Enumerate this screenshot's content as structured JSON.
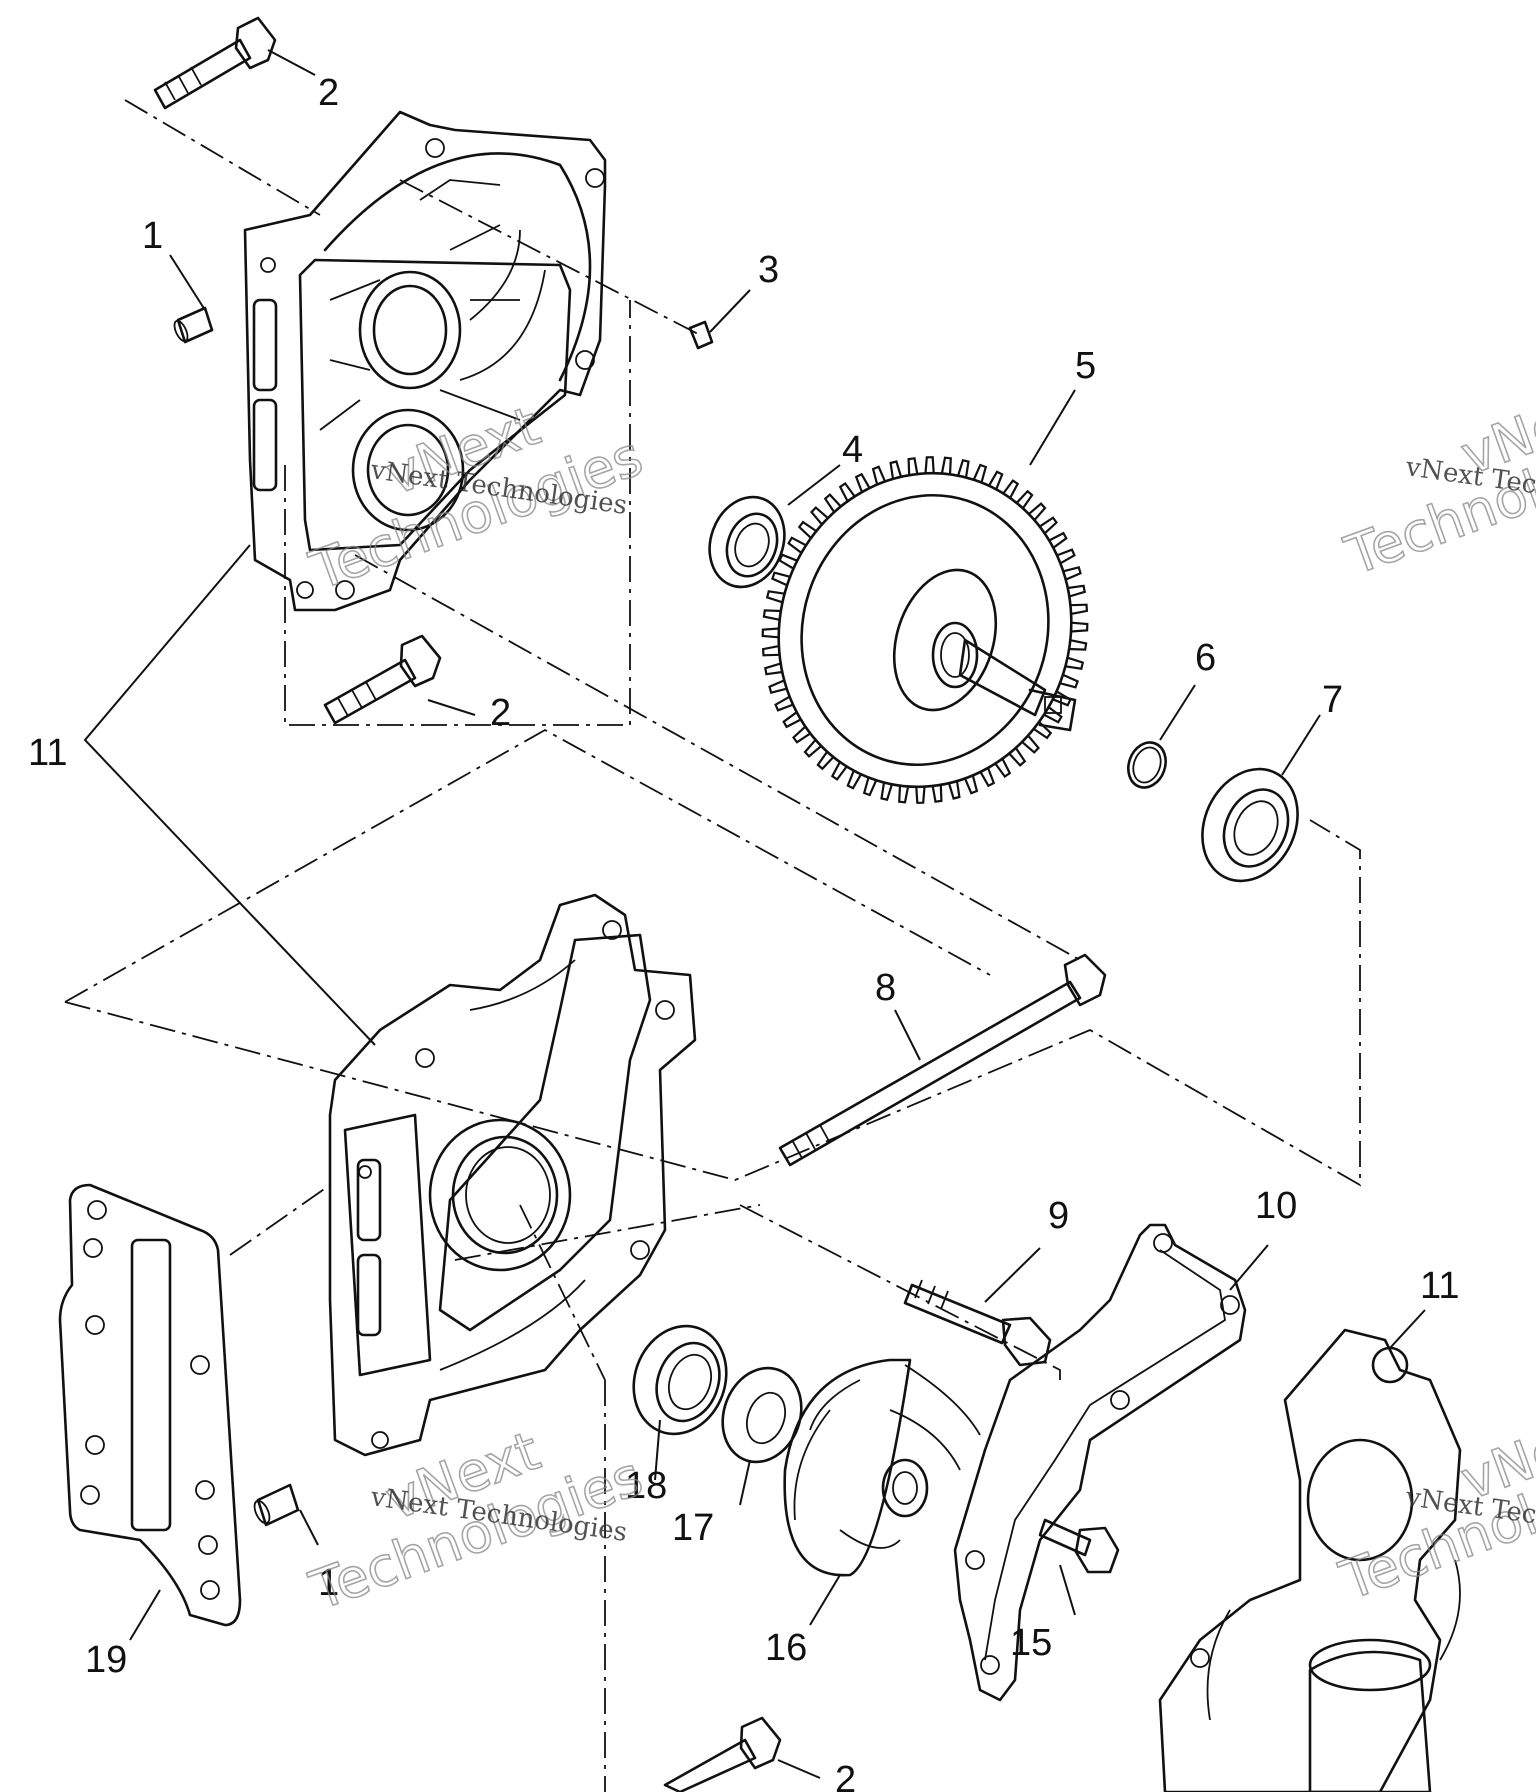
{
  "callouts": {
    "c1a": "1",
    "c1b": "1",
    "c2a": "2",
    "c2b": "2",
    "c2c": "2",
    "c3": "3",
    "c4": "4",
    "c5": "5",
    "c6": "6",
    "c7": "7",
    "c8": "8",
    "c9": "9",
    "c10": "10",
    "c11a": "11",
    "c11b": "11",
    "c15": "15",
    "c16": "16",
    "c17": "17",
    "c18": "18",
    "c19": "19"
  },
  "watermark": {
    "brand": "vNext Technologies",
    "word1": "vNext",
    "word2": "Technologies"
  }
}
